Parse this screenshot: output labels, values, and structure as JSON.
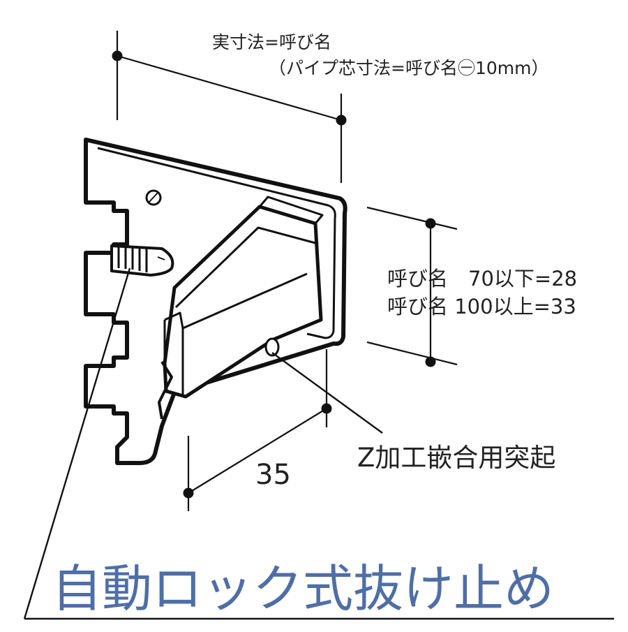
{
  "dimensions": {
    "top_line1": "実寸法=呼び名",
    "top_line2": "（パイプ芯寸法=呼び名㊀10mm）",
    "height_line1": "呼び名　70以下=28",
    "height_line2": "呼び名 100以上=33",
    "depth": "35"
  },
  "callouts": {
    "projection": "Z加工嵌合用突起"
  },
  "caption": "自動ロック式抜け止め",
  "colors": {
    "caption": "#4f6ea6",
    "line": "#111111",
    "background": "#ffffff"
  }
}
